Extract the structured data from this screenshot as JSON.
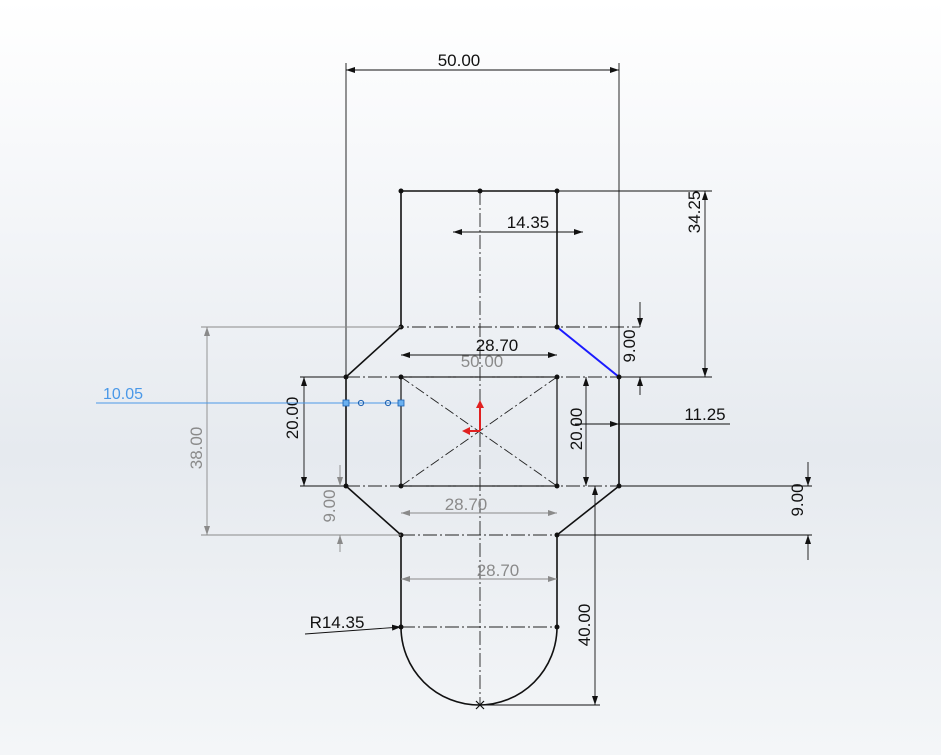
{
  "dimensions": {
    "top_width": "50.00",
    "inner_width_top": "50.00",
    "neck_half_width": "14.35",
    "neck_height": "34.25",
    "chamfer_top": "9.00",
    "hex_width_top": "28.70",
    "hex_height_left": "20.00",
    "hex_height_right": "20.00",
    "offset_right": "11.25",
    "total_height_left": "38.00",
    "chamfer_bottom_left": "9.00",
    "chamfer_bottom_right": "9.00",
    "width_bottom_1": "28.70",
    "width_bottom_2": "28.70",
    "radius": "R14.35",
    "bottom_height": "40.00",
    "driven_value": "10.05"
  },
  "colors": {
    "geometry": "#111111",
    "selected_line": "#1a1aff",
    "driven_dimension": "#4a98e8",
    "reference_dimension": "#8a8a8a",
    "origin": "#e02020"
  },
  "icons": [
    "origin-icon",
    "sketch-point-icon",
    "arc-center-icon"
  ]
}
